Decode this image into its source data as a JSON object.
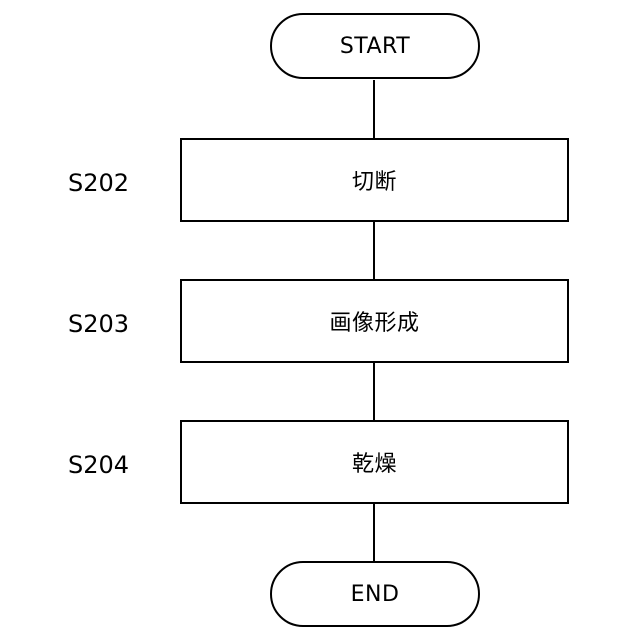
{
  "flowchart": {
    "start": "START",
    "steps": [
      {
        "id": "S202",
        "label": "切断"
      },
      {
        "id": "S203",
        "label": "画像形成"
      },
      {
        "id": "S204",
        "label": "乾燥"
      }
    ],
    "end": "END"
  }
}
